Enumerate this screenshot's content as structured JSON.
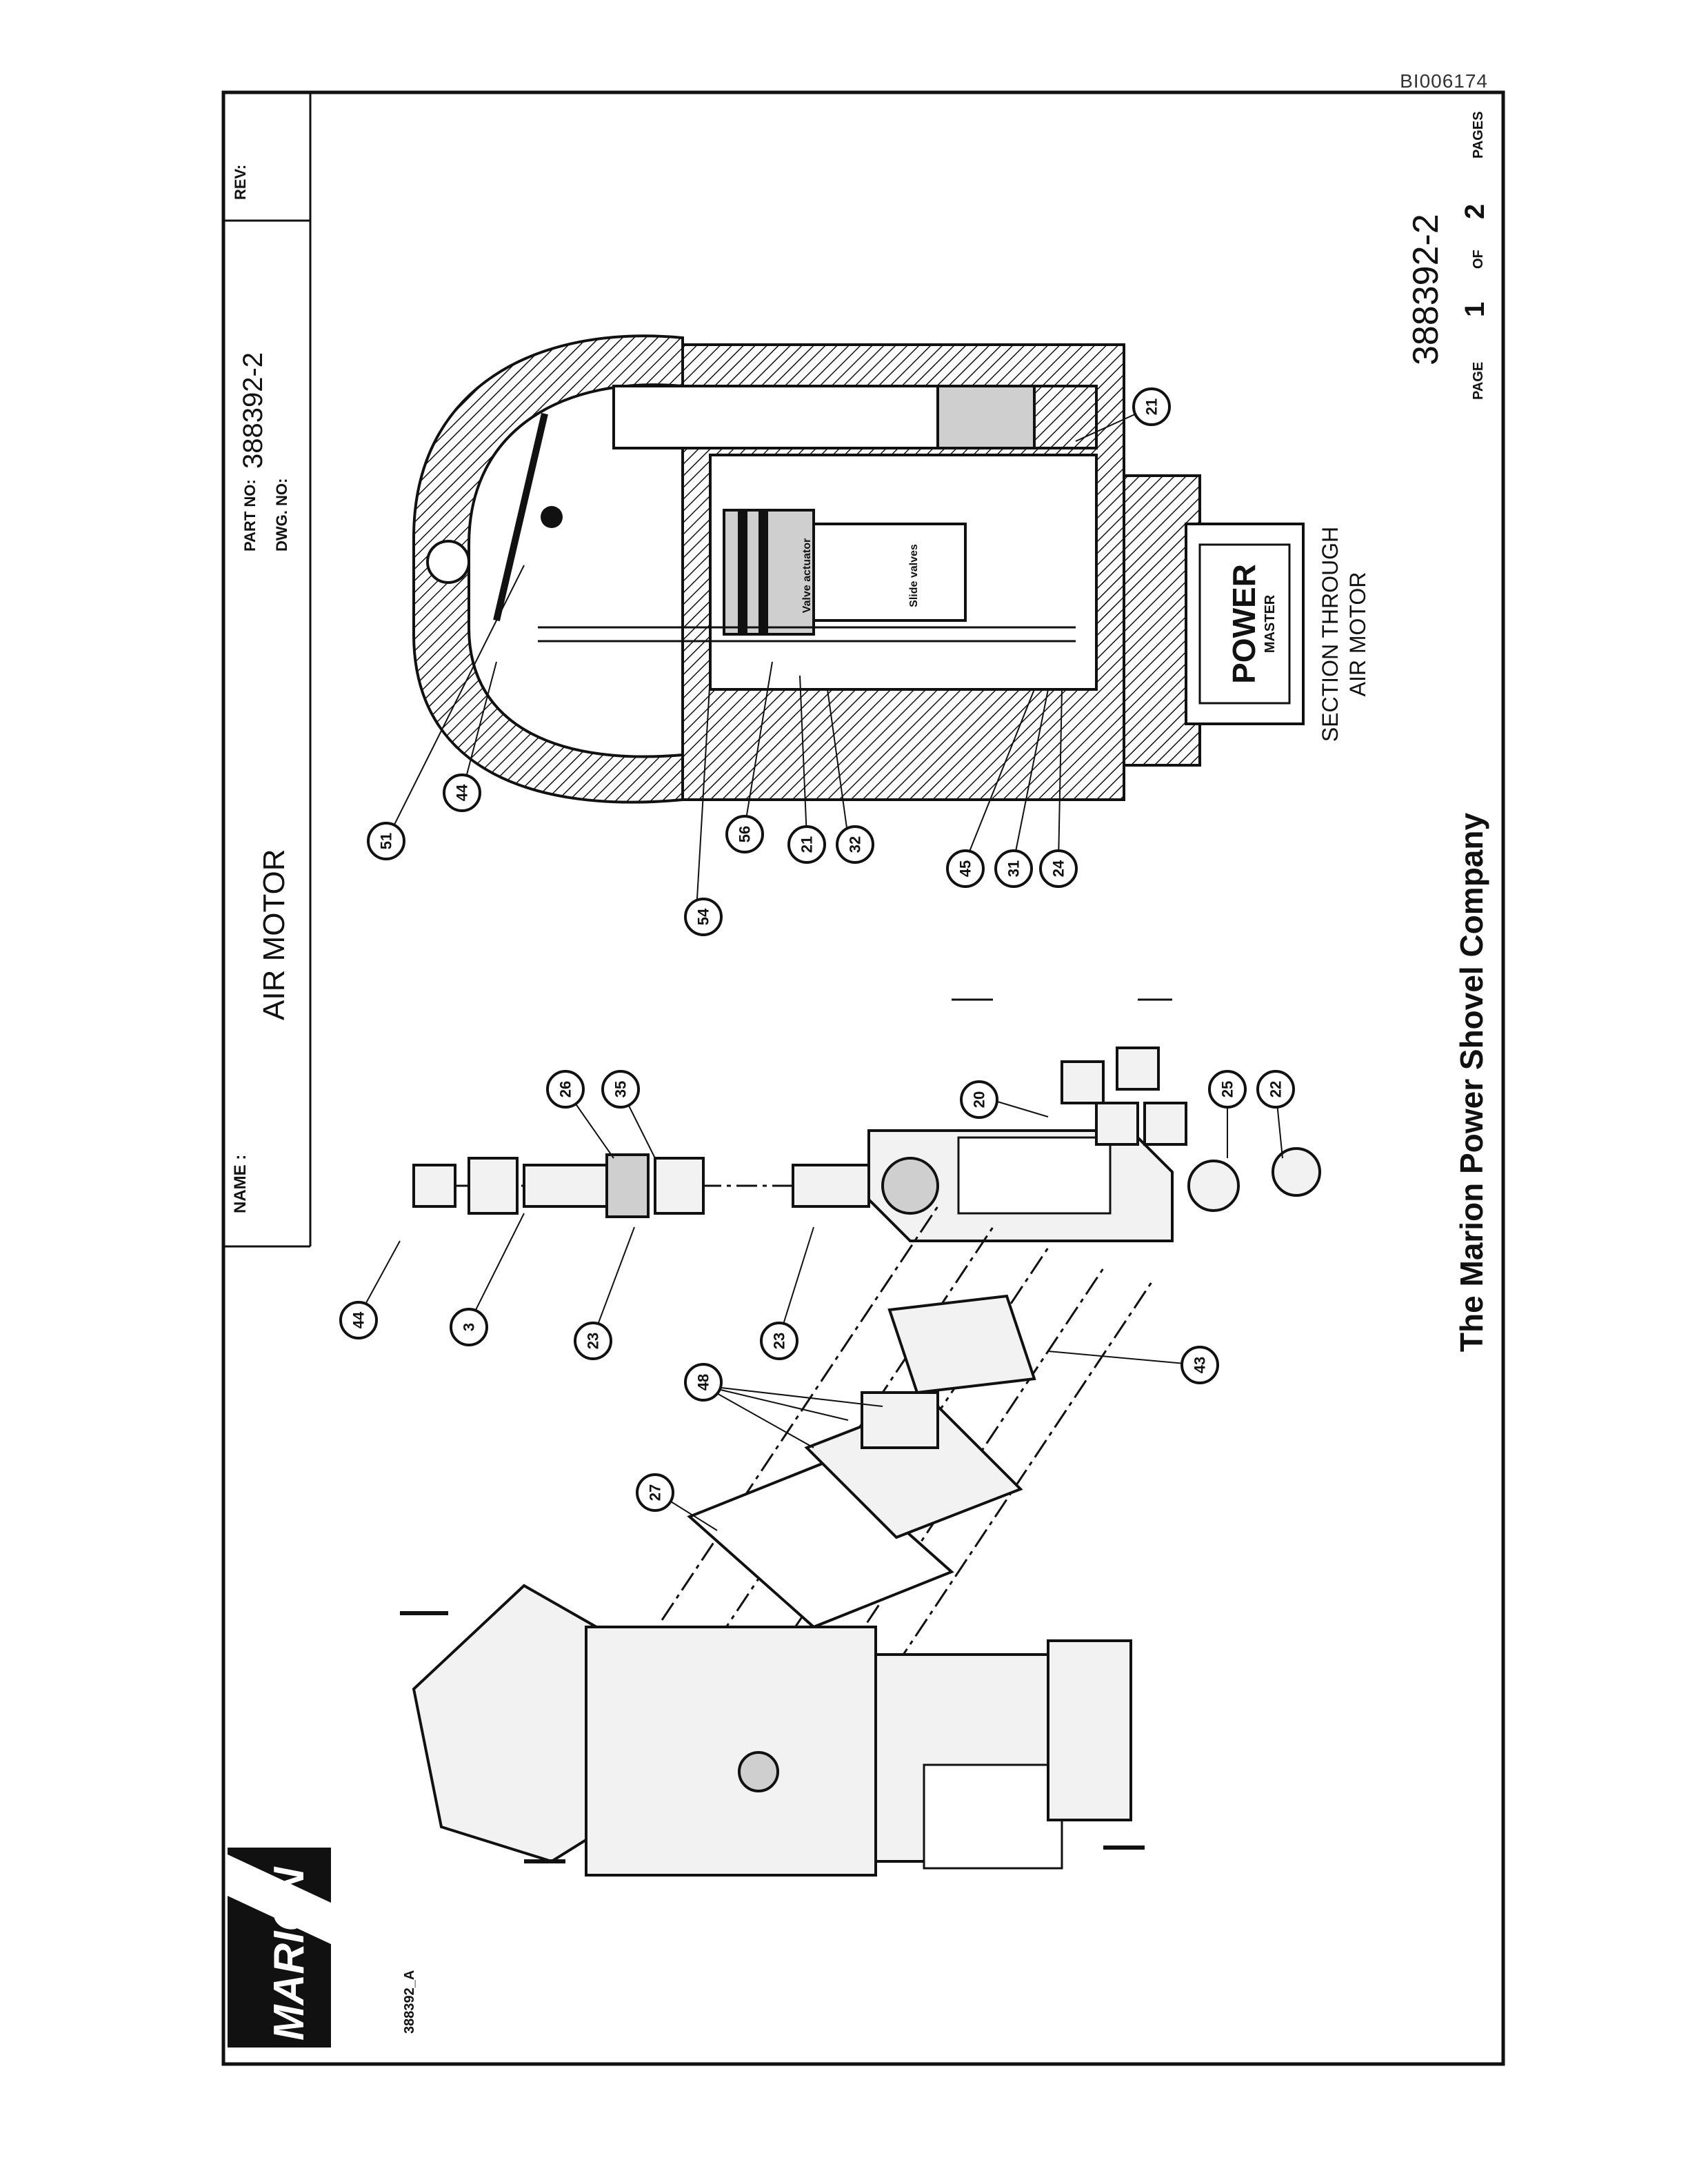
{
  "doc_id": "BI006174",
  "title_block": {
    "name_label": "NAME :",
    "name_value": "AIR MOTOR",
    "part_no_label": "PART NO:",
    "part_no_value": "388392-2",
    "dwg_no_label": "DWG. NO:",
    "rev_label": "REV:"
  },
  "logo_text": "MARION",
  "section_title": {
    "line1": "SECTION THROUGH",
    "line2": "AIR MOTOR"
  },
  "company": "The Marion Power Shovel Company",
  "sheet": {
    "number": "388392-2",
    "page_word": "PAGE",
    "page": "1",
    "of_word": "OF",
    "total": "2",
    "pages_word": "PAGES"
  },
  "file_ref": "388392_A",
  "section_labels": {
    "valve_actuator": "Valve actuator",
    "slide_valves": "Slide valves"
  },
  "plate_text": {
    "brand": "POWER",
    "model": "MASTER"
  },
  "callouts_exploded": [
    "44",
    "3",
    "23",
    "26",
    "35",
    "23",
    "20",
    "25",
    "22",
    "43",
    "48",
    "27"
  ],
  "callouts_section": [
    "21",
    "51",
    "44",
    "56",
    "21",
    "32",
    "54",
    "45",
    "31",
    "24"
  ]
}
